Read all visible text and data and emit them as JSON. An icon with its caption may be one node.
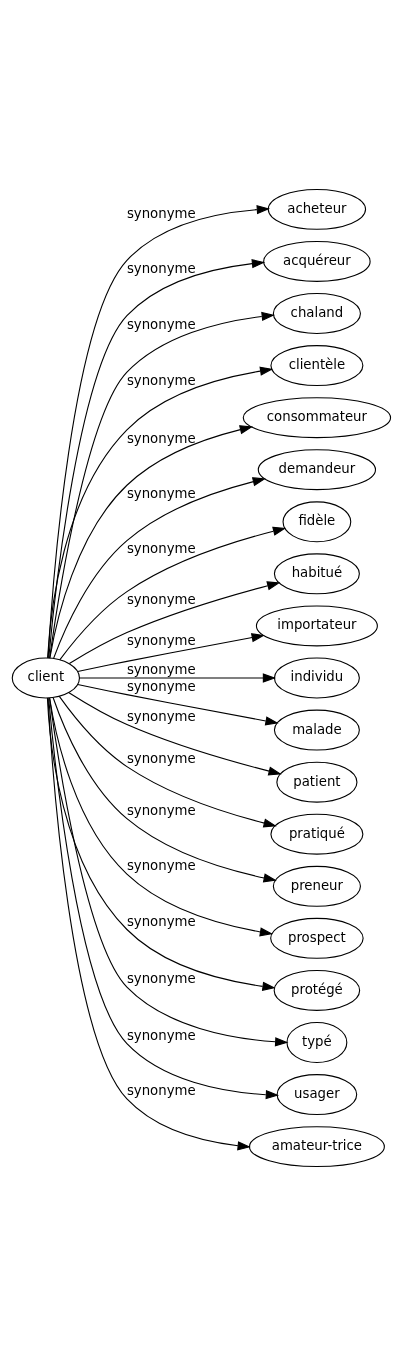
{
  "diagram": {
    "nodes": [
      {
        "text": [
          "client"
        ]
      },
      {
        "text": [
          "acheteur"
        ]
      },
      {
        "text": [
          "acquéreur"
        ]
      },
      {
        "text": [
          "chaland"
        ]
      },
      {
        "text": [
          "clientèle"
        ]
      },
      {
        "text": [
          "consommateur"
        ]
      },
      {
        "text": [
          "demandeur"
        ]
      },
      {
        "text": [
          "fidèle"
        ]
      },
      {
        "text": [
          "habitué"
        ]
      },
      {
        "text": [
          "importateur"
        ]
      },
      {
        "text": [
          "individu"
        ]
      },
      {
        "text": [
          "malade"
        ]
      },
      {
        "text": [
          "patient"
        ]
      },
      {
        "text": [
          "pratiqué"
        ]
      },
      {
        "text": [
          "preneur"
        ]
      },
      {
        "text": [
          "prospect"
        ]
      },
      {
        "text": [
          "protégé"
        ]
      },
      {
        "text": [
          "typé"
        ]
      },
      {
        "text": [
          "usager"
        ]
      },
      {
        "text": [
          "amateur-trice"
        ]
      }
    ],
    "edges": [
      {
        "from": 0,
        "to": 1,
        "arrow": "to",
        "label": "synonyme"
      },
      {
        "from": 0,
        "to": 2,
        "arrow": "to",
        "label": "synonyme"
      },
      {
        "from": 0,
        "to": 3,
        "arrow": "to",
        "label": "synonyme"
      },
      {
        "from": 0,
        "to": 4,
        "arrow": "to",
        "label": "synonyme"
      },
      {
        "from": 0,
        "to": 5,
        "arrow": "to",
        "label": "synonyme"
      },
      {
        "from": 0,
        "to": 6,
        "arrow": "to",
        "label": "synonyme"
      },
      {
        "from": 0,
        "to": 7,
        "arrow": "to",
        "label": "synonyme"
      },
      {
        "from": 0,
        "to": 8,
        "arrow": "to",
        "label": "synonyme"
      },
      {
        "from": 0,
        "to": 9,
        "arrow": "to",
        "label": "synonyme"
      },
      {
        "from": 0,
        "to": 10,
        "arrow": "to",
        "label": "synonyme"
      },
      {
        "from": 0,
        "to": 11,
        "arrow": "to",
        "label": "synonyme"
      },
      {
        "from": 0,
        "to": 12,
        "arrow": "to",
        "label": "synonyme"
      },
      {
        "from": 0,
        "to": 13,
        "arrow": "to",
        "label": "synonyme"
      },
      {
        "from": 0,
        "to": 14,
        "arrow": "to",
        "label": "synonyme"
      },
      {
        "from": 0,
        "to": 15,
        "arrow": "to",
        "label": "synonyme"
      },
      {
        "from": 0,
        "to": 16,
        "arrow": "to",
        "label": "synonyme"
      },
      {
        "from": 0,
        "to": 17,
        "arrow": "to",
        "label": "synonyme"
      },
      {
        "from": 0,
        "to": 18,
        "arrow": "to",
        "label": "synonyme"
      },
      {
        "from": 0,
        "to": 19,
        "arrow": "to",
        "label": "synonyme"
      }
    ]
  }
}
